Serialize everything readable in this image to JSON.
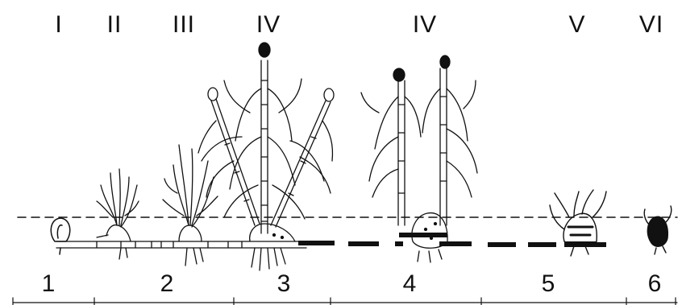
{
  "stage_labels": [
    "I",
    "II",
    "III",
    "IV",
    "IV",
    "V",
    "VI"
  ],
  "zone_numbers": [
    "1",
    "2",
    "3",
    "4",
    "5",
    "6"
  ],
  "colors": {
    "ink": "#111111",
    "paper": "#ffffff"
  }
}
